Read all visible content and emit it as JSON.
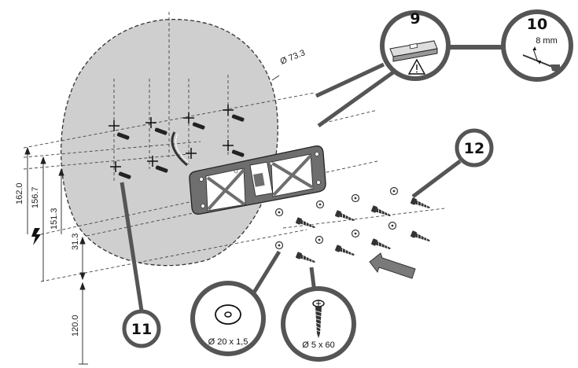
{
  "diagram": {
    "diameter_label": "Ø 73.3",
    "dimensions": [
      "162.0",
      "156.7",
      "151.3",
      "31.3",
      "120.0"
    ],
    "callouts": {
      "c9": "9",
      "c10": "10",
      "c11": "11",
      "c12": "12"
    },
    "details": {
      "drill_size": "8 mm",
      "washer_size": "Ø 20 x 1,5",
      "screw_size": "Ø 5 x 60"
    },
    "icons": {
      "level": "spirit-level-icon",
      "warning": "warning-triangle-icon",
      "electric": "electric-hazard-icon",
      "drill": "drill-bit-icon",
      "washer": "washer-icon",
      "screw": "screw-icon",
      "arrow": "direction-arrow-icon"
    },
    "colors": {
      "wall": "#cfcfcf",
      "plate": "#6e6e6e",
      "outline": "#444444",
      "ring": "#5a5a5a"
    }
  }
}
